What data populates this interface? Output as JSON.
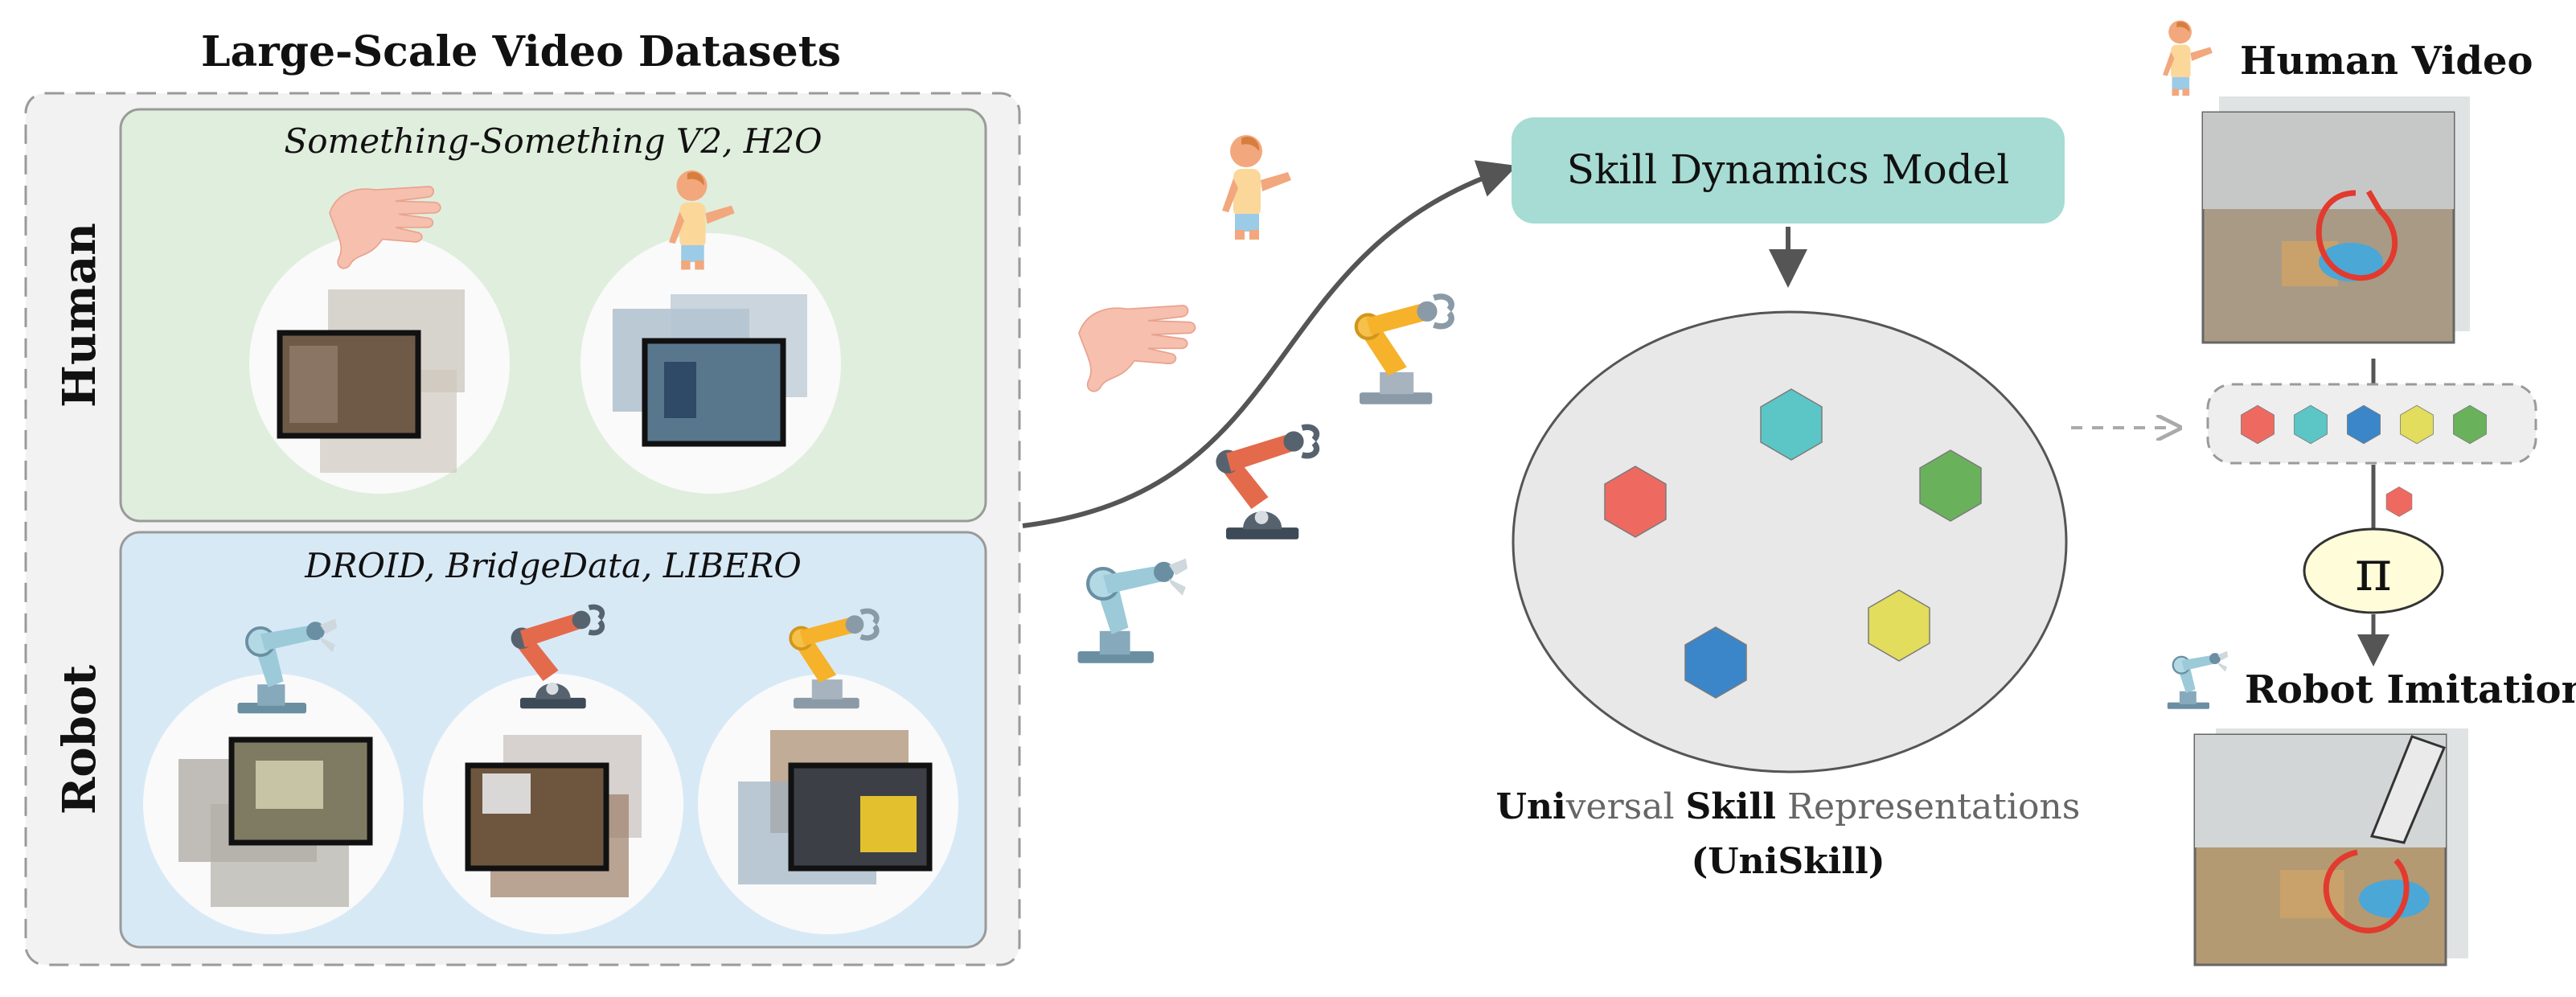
{
  "left_panel": {
    "title": "Large-Scale Video Datasets",
    "human": {
      "label": "Human",
      "datasets": "Something-Something V2, H2O"
    },
    "robot": {
      "label": "Robot",
      "datasets": "DROID, BridgeData, LIBERO"
    }
  },
  "center": {
    "model_label": "Skill Dynamics Model",
    "caption": {
      "part1_bold": "Uni",
      "part1_rest": "versal ",
      "part2_bold": "Skill",
      "part2_rest": " Representations",
      "line2": "(UniSkill)"
    }
  },
  "right": {
    "human_video_label": "Human Video",
    "robot_imitation_label": "Robot Imitation",
    "policy_symbol": "π"
  },
  "colors": {
    "human_panel_bg": "#e0eedd",
    "robot_panel_bg": "#d8e9f6",
    "model_box_bg": "#a6dcd3",
    "skill_space_bg": "#e8e8e8",
    "policy_bg": "#fffcd9",
    "hex_red": "#ee6a60",
    "hex_teal": "#5cc6c6",
    "hex_blue": "#3b86c8",
    "hex_yellow": "#e2dd5c",
    "hex_green": "#6ab15c",
    "arrow": "#555555"
  },
  "icons": [
    "hand-icon",
    "human-figure-icon",
    "robot-arm-teal-icon",
    "robot-arm-red-icon",
    "robot-arm-yellow-icon"
  ]
}
